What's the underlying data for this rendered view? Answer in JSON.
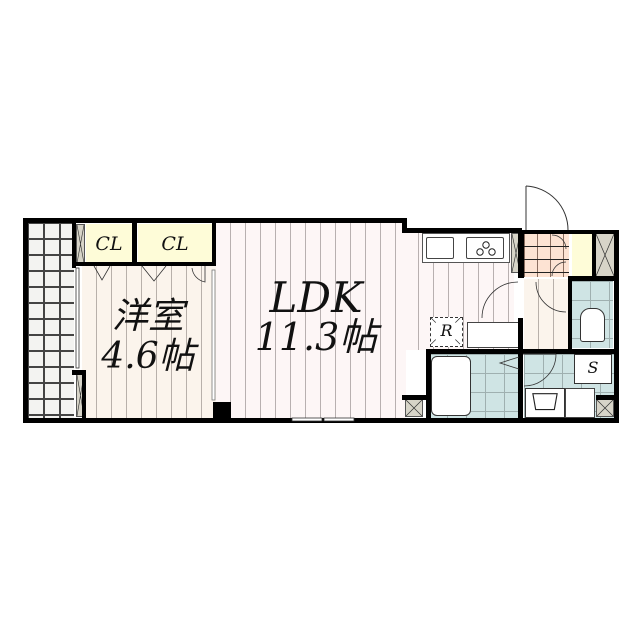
{
  "floor_plan": {
    "rooms": {
      "western_room": {
        "name": "洋室",
        "size": "4.6帖"
      },
      "ldk": {
        "name": "LDK",
        "size": "11.3帖"
      }
    },
    "closets": [
      {
        "label": "CL"
      },
      {
        "label": "CL"
      }
    ],
    "fixtures": {
      "refrigerator": {
        "label": "R"
      },
      "shoe_storage": {
        "label": "S"
      }
    },
    "colors": {
      "ldk_floor": "#fdf6f6",
      "room_floor": "#fbf4ec",
      "closet": "#fefcd8",
      "wet_area_tile": "#cfe4e4",
      "entrance_tile": "#fde3d3",
      "balcony": "#f3f3f1",
      "pipe_space": "#d7d4c8",
      "wall": "#000000"
    }
  }
}
